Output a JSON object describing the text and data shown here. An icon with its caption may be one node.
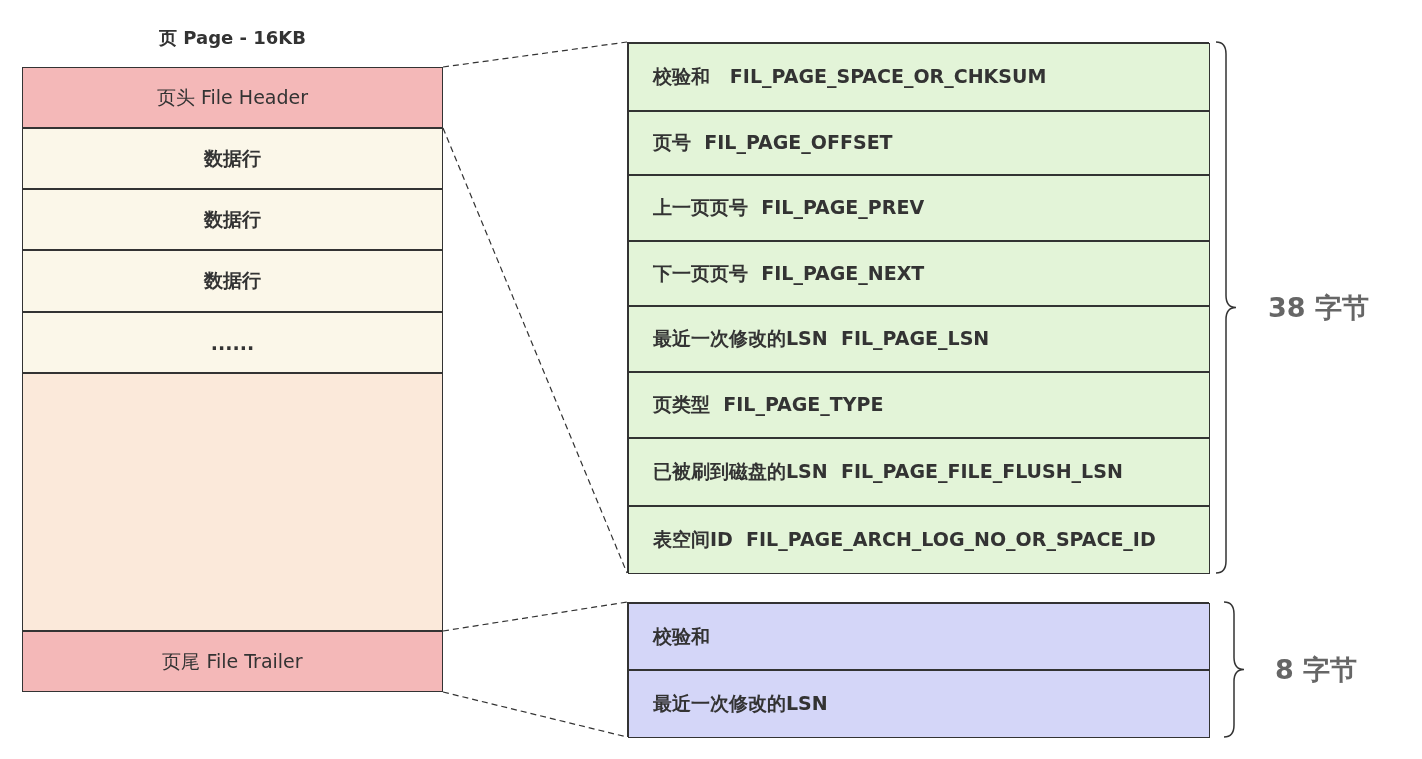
{
  "diagram": {
    "nodes": [
      {
        "text": [
          "页 Page - 16KB"
        ]
      },
      {
        "text": [
          "页头 File Header"
        ],
        "in": 0
      },
      {
        "text": [
          "数据行"
        ],
        "in": 0
      },
      {
        "text": [
          "数据行"
        ],
        "in": 0
      },
      {
        "text": [
          "数据行"
        ],
        "in": 0
      },
      {
        "text": [
          "......"
        ],
        "in": 0
      },
      {
        "text": [],
        "shape": "box",
        "in": 0
      },
      {
        "text": [
          "页尾 File Trailer"
        ],
        "in": 0
      },
      {
        "text": [],
        "shape": "box",
        "beside": [
          "38 字节"
        ]
      },
      {
        "text": [
          "校验和   FIL_PAGE_SPACE_OR_CHKSUM"
        ],
        "in": 8
      },
      {
        "text": [
          "页号  FIL_PAGE_OFFSET"
        ],
        "in": 8
      },
      {
        "text": [
          "上一页页号  FIL_PAGE_PREV"
        ],
        "in": 8
      },
      {
        "text": [
          "下一页页号  FIL_PAGE_NEXT"
        ],
        "in": 8
      },
      {
        "text": [
          "最近一次修改的LSN  FIL_PAGE_LSN"
        ],
        "in": 8
      },
      {
        "text": [
          "页类型  FIL_PAGE_TYPE"
        ],
        "in": 8
      },
      {
        "text": [
          "已被刷到磁盘的LSN  FIL_PAGE_FILE_FLUSH_LSN"
        ],
        "in": 8
      },
      {
        "text": [
          "表空间ID  FIL_PAGE_ARCH_LOG_NO_OR_SPACE_ID"
        ],
        "in": 8
      },
      {
        "text": [],
        "shape": "box",
        "beside": [
          "8 字节"
        ]
      },
      {
        "text": [
          "校验和"
        ],
        "in": 17
      },
      {
        "text": [
          "最近一次修改的LSN"
        ],
        "in": 17
      }
    ],
    "edges": [
      {
        "from": 1,
        "to": 8,
        "arrow": "none",
        "style": "dashed"
      },
      {
        "from": 1,
        "to": 8,
        "arrow": "none",
        "style": "dashed"
      },
      {
        "from": 7,
        "to": 17,
        "arrow": "none",
        "style": "dashed"
      },
      {
        "from": 7,
        "to": 17,
        "arrow": "none",
        "style": "dashed"
      }
    ]
  }
}
